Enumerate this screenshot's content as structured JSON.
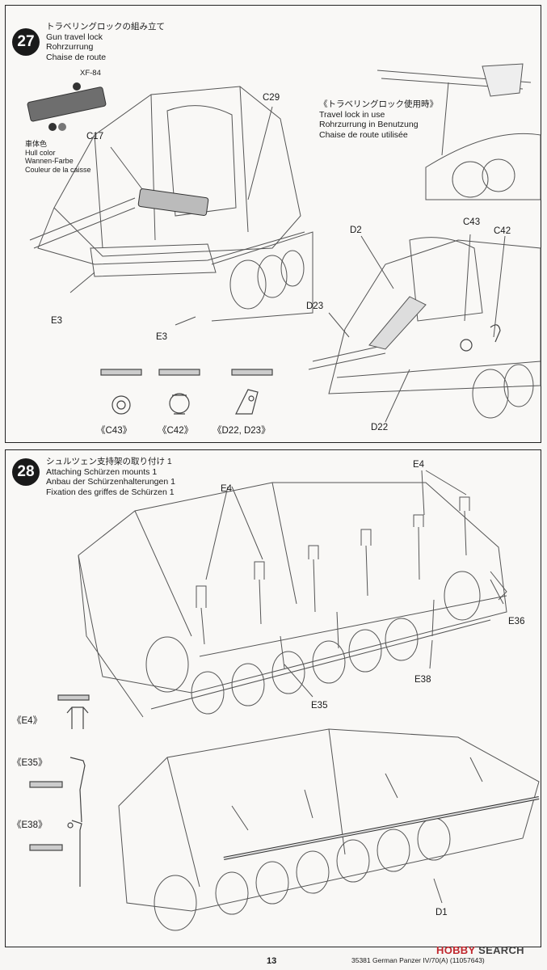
{
  "step27": {
    "number": "27",
    "title_lines": [
      "トラベリングロックの組み立て",
      "Gun travel lock",
      "Rohrzurrung",
      "Chaise de route"
    ],
    "paint_code": "XF-84",
    "hull_color_lines": [
      "車体色",
      "Hull color",
      "Wannen-Farbe",
      "Couleur de la caisse"
    ],
    "in_use_lines": [
      "《トラベリングロック使用時》",
      "Travel lock in use",
      "Rohrzurrung in Benutzung",
      "Chaise de route utilisée"
    ],
    "labels": {
      "c17": "C17",
      "c29": "C29",
      "e3_left": "E3",
      "e3_right": "E3",
      "d2": "D2",
      "c43": "C43",
      "c42": "C42",
      "d23": "D23",
      "d22": "D22"
    },
    "part_captions": [
      "《C43》",
      "《C42》",
      "《D22, D23》"
    ]
  },
  "step28": {
    "number": "28",
    "title_lines": [
      "シュルツェン支持架の取り付け 1",
      "Attaching Schürzen mounts 1",
      "Anbau der Schürzenhalterungen 1",
      "Fixation des griffes de Schürzen 1"
    ],
    "labels": {
      "e4_left": "E4",
      "e4_right": "E4",
      "e36": "E36",
      "e38": "E38",
      "e35": "E35",
      "d1": "D1"
    },
    "part_captions": [
      "《E4》",
      "《E35》",
      "《E38》"
    ]
  },
  "footer": {
    "page_number": "13",
    "kit_line": "35381  German Panzer IV/70(A) (11057643)",
    "watermark_a": "HOBBY",
    "watermark_b": " SEARCH"
  }
}
